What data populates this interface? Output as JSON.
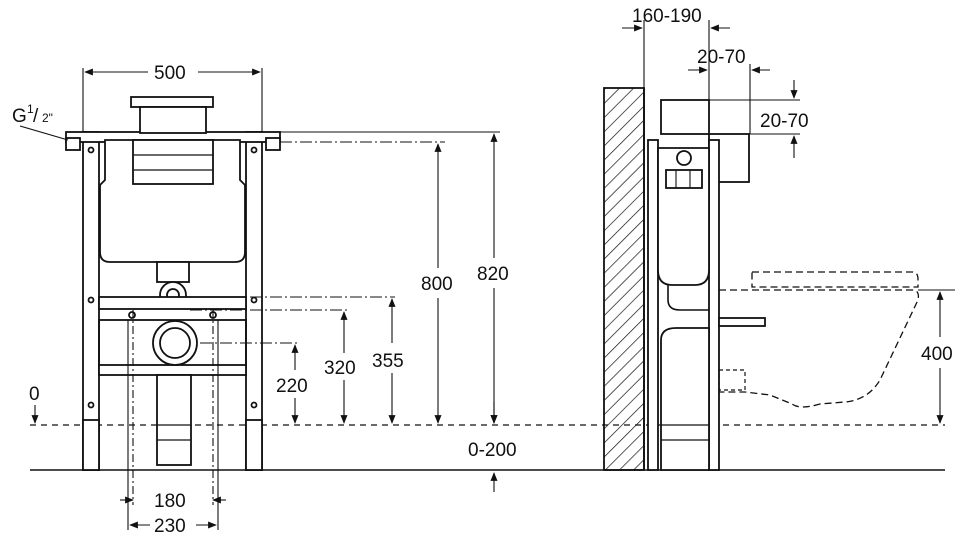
{
  "front_view": {
    "pipe_thread_label": "G",
    "pipe_thread_fraction_num": "1",
    "pipe_thread_fraction_den": "2\"",
    "width_500": "500",
    "height_800": "800",
    "height_820": "820",
    "height_355": "355",
    "height_320": "320",
    "height_220": "220",
    "zero_level": "0",
    "width_180": "180",
    "width_230": "230",
    "floor_range": "0-200"
  },
  "side_view": {
    "depth_160_190": "160-190",
    "offset_20_70_horizontal": "20-70",
    "offset_20_70_vertical": "20-70",
    "height_400": "400"
  },
  "colors": {
    "line": "#111111",
    "background": "#ffffff"
  }
}
